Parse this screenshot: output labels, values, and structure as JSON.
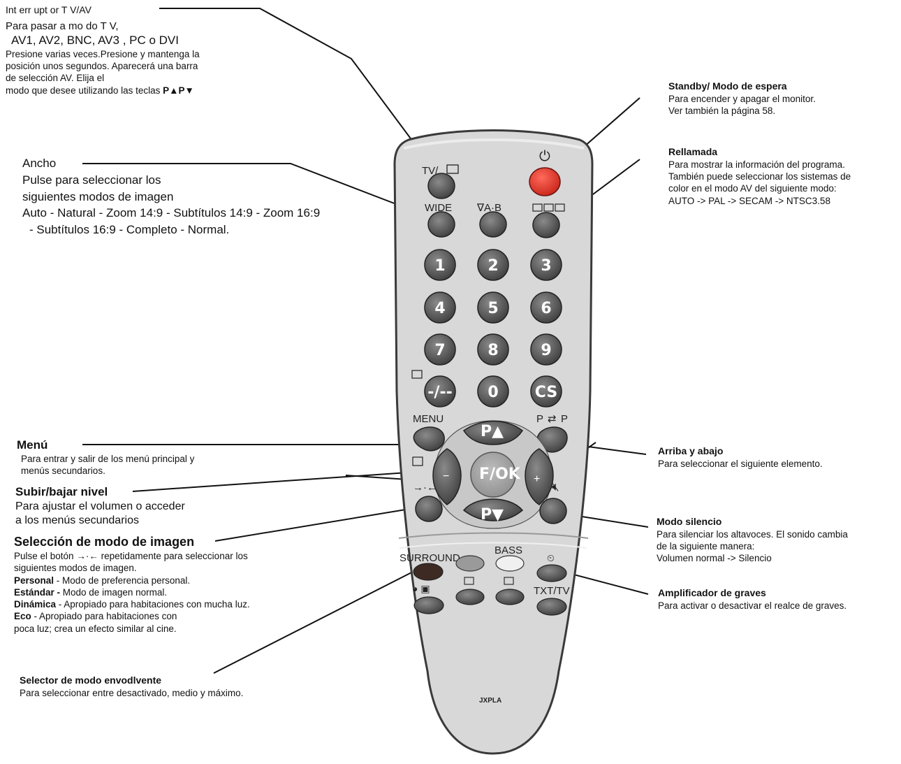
{
  "annotations": {
    "tvav": {
      "l1": "Int err upt or  T V/AV",
      "l2": "Para  pasar  a mo  do T V,",
      "l3": "AV1, AV2, BNC,  AV3 ,  PC  o DVI",
      "l4": "Presione varias veces.Presione y mantenga la",
      "l5": "posición unos segundos. Aparecerá una barra",
      "l6": "de selección AV. Elija el",
      "l7": "modo que desee utilizando las teclas",
      "l7_keys": "P▲P▼"
    },
    "ancho": {
      "l1": "Ancho",
      "l2": "Pulse para seleccionar los",
      "l3": "siguientes modos de imagen",
      "l4": "Auto - Natural - Zoom 14:9 - Subtítulos 14:9 - Zoom 16:9",
      "l5": "- Subtítulos 16:9 - Completo - Normal."
    },
    "standby": {
      "title": "Standby/ Modo de espera",
      "l1": "Para encender y apagar el monitor.",
      "l2": "Ver también la página 58."
    },
    "rellamada": {
      "title": "Rellamada",
      "l1": "Para mostrar la información del programa.",
      "l2": "También puede seleccionar los sistemas de",
      "l3": "color en el modo AV del siguiente modo:",
      "l4": "AUTO -> PAL -> SECAM -> NTSC3.58"
    },
    "menu": {
      "title": "Menú",
      "l1": "Para entrar y salir de los menú principal y",
      "l2": "menús secundarios."
    },
    "subir": {
      "title": "Subir/bajar nivel",
      "l1": "Para ajustar el volumen o acceder",
      "l2": "a los menús secundarios"
    },
    "seleccion": {
      "title": "Selección de modo de imagen",
      "l1a": "Pulse el botón",
      "l1b": "repetidamente para seleccionar los",
      "l2": "siguientes modos de imagen.",
      "l3b": "Personal",
      "l3": " - Modo de preferencia personal.",
      "l4b": "Estándar -",
      "l4": " Modo de imagen normal.",
      "l5b": "Dinámica",
      "l5": " - Apropiado para habitaciones con mucha luz.",
      "l6b": "Eco",
      "l6": " - Apropiado para habitaciones con",
      "l7": "poca luz; crea un efecto similar al cine."
    },
    "surround": {
      "title": "Selector de modo envodlvente",
      "l1": "Para seleccionar entre desactivado, medio y máximo."
    },
    "arriba": {
      "title": "Arriba y abajo",
      "l1": "Para seleccionar el siguiente elemento."
    },
    "silencio": {
      "title": "Modo silencio",
      "l1": "Para silenciar los altavoces. El sonido cambia",
      "l2": "de la siguiente manera:",
      "l3": "Volumen normal -> Silencio"
    },
    "graves": {
      "title": "Amplificador de graves",
      "l1": "Para activar o desactivar el realce de graves."
    }
  },
  "remote": {
    "model": "JXPLA",
    "labels": {
      "tvav": "TV/",
      "wide": "WIDE",
      "ab": "∇A·B",
      "menu": "MENU",
      "pp": "P",
      "pp2": "P",
      "surround": "SURROUND",
      "bass": "BASS",
      "txttv": "TXT/TV"
    },
    "numbers": [
      "1",
      "2",
      "3",
      "4",
      "5",
      "6",
      "7",
      "8",
      "9",
      "-/--",
      "0",
      "CS"
    ],
    "nav": {
      "up": "P▲",
      "down": "P▼",
      "ok": "F/OK"
    },
    "colors": {
      "body": "#d6d6d6",
      "button": "#5a5a5a",
      "standby": "#e23a2a",
      "orange": "#8b2a18"
    }
  }
}
